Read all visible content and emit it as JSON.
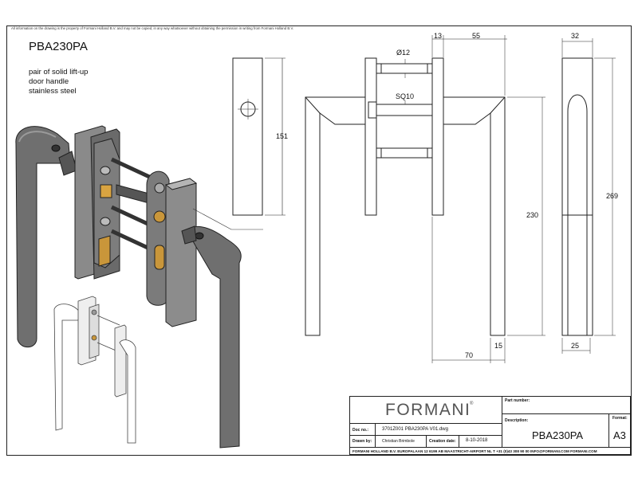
{
  "notice": "All information on the drawing is the property of Formani Holland B.V. and may not be copied, in any way whatsoever without obtaining the permission in writing from Formani Holland B.V.",
  "product_code": "PBA230PA",
  "description_lines": [
    "pair of solid lift-up",
    "door handle",
    "stainless steel"
  ],
  "dimensions": {
    "d13": "13",
    "d55": "55",
    "d32": "32",
    "d151": "151",
    "phi12": "Ø12",
    "sq10": "SQ10",
    "d230": "230",
    "d269": "269",
    "d70": "70",
    "d15": "15",
    "d25": "25"
  },
  "title_block": {
    "logo": "FORMANI",
    "logo_mark": "®",
    "part_number_label": "Part number:",
    "part_number": "",
    "description_label": "Description:",
    "description": "PBA230PA",
    "format_label": "Format:",
    "format": "A3",
    "doc_no_label": "Doc no.:",
    "doc_no": "3701Z001 PBA230PA V01.dwg",
    "drawn_by_label": "Drawn by:",
    "drawn_by": "Christian Brimbole",
    "creation_date_label": "Creation date:",
    "creation_date": "8-10-2018",
    "footer": "FORMANI HOLLAND B.V.  EUROPALAAN 12  6199 AB MAASTRICHT-AIRPORT NL  T +31 (0)43 308 90 00 INFO@FORMANI.COM FORMANI.COM"
  }
}
